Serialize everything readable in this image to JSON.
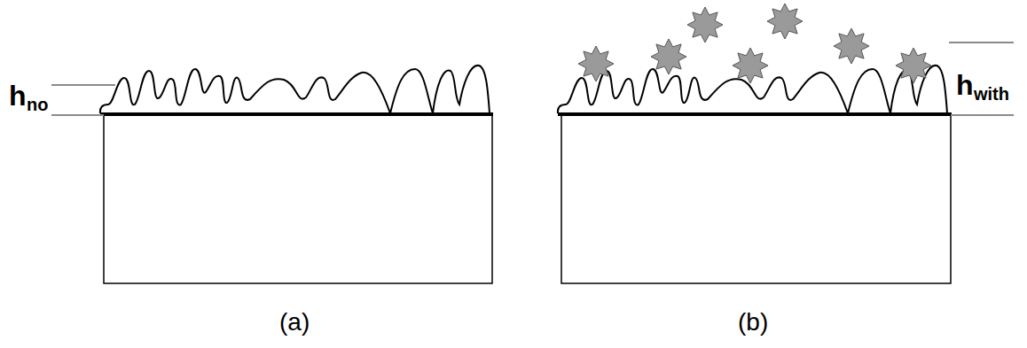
{
  "diagram": {
    "labels": [
      "h",
      "no",
      "(a)",
      "h",
      "with",
      "(b)"
    ]
  }
}
